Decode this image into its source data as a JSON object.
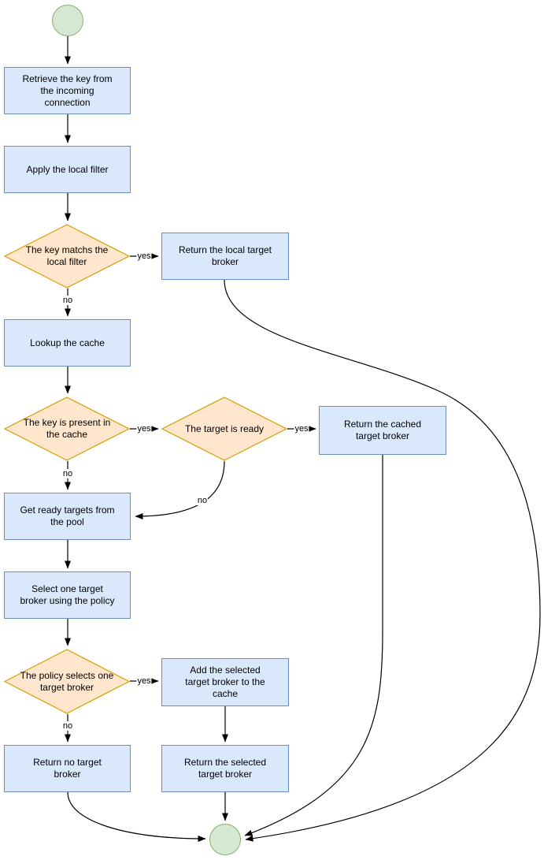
{
  "nodes": {
    "start": {
      "type": "start-terminal"
    },
    "retrieve_key": {
      "label": "Retrieve the key from\nthe incoming\nconnection"
    },
    "apply_filter": {
      "label": "Apply the local filter"
    },
    "key_matches": {
      "label": "The key matchs the\nlocal filter"
    },
    "return_local": {
      "label": "Return the local target\nbroker"
    },
    "lookup_cache": {
      "label": "Lookup the cache"
    },
    "key_present": {
      "label": "The key is present in\nthe cache"
    },
    "target_ready": {
      "label": "The target is ready"
    },
    "return_cached": {
      "label": "Return the cached\ntarget broker"
    },
    "get_ready": {
      "label": "Get ready targets from\nthe pool"
    },
    "select_one": {
      "label": "Select one target\nbroker using the policy"
    },
    "policy_selects": {
      "label": "The policy selects one\ntarget broker"
    },
    "add_selected": {
      "label": "Add the selected\ntarget broker to the\ncache"
    },
    "return_no": {
      "label": "Return no target\nbroker"
    },
    "return_selected": {
      "label": "Return the selected\ntarget broker"
    },
    "end": {
      "type": "end-terminal"
    }
  },
  "edge_labels": {
    "yes_key_matches": "yes",
    "no_key_matches": "no",
    "yes_key_present": "yes",
    "no_key_present": "no",
    "yes_target_ready": "yes",
    "no_target_ready": "no",
    "yes_policy_selects": "yes",
    "no_policy_selects": "no"
  },
  "colors": {
    "process_fill": "#dae8fc",
    "process_border": "#6c8ebf",
    "decision_fill": "#ffe6cc",
    "decision_border": "#d79b00",
    "terminal_fill": "#d5e8d4",
    "terminal_border": "#82b366",
    "edge": "#000000"
  }
}
